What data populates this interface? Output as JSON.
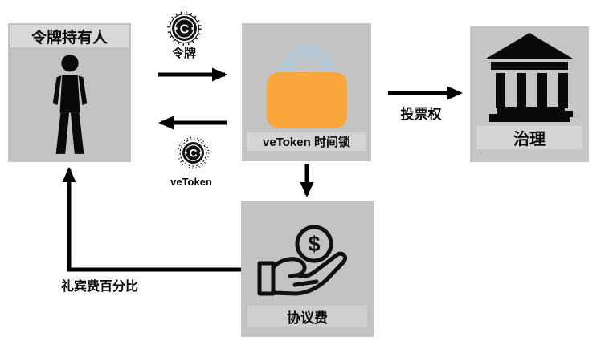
{
  "diagram": {
    "nodes": {
      "token_holder": {
        "label": "令牌持有人"
      },
      "timelock": {
        "label": "veToken 时间锁"
      },
      "governance": {
        "label": "治理"
      },
      "protocol_fee": {
        "label": "协议费"
      }
    },
    "edges": {
      "token": {
        "label": "令牌"
      },
      "vetoken": {
        "label": "veToken"
      },
      "voting_power": {
        "label": "投票权"
      },
      "fee_share": {
        "label": "礼宾费百分比"
      }
    },
    "icons": {
      "coin_letter": "C",
      "dollar_sign": "$"
    },
    "colors": {
      "background": "#ffffff",
      "node_bg": "#c3c3c3",
      "label_strip": "#d9d9d9",
      "lock_body": "#F9A63C",
      "lock_shackle": "#B6C7D3",
      "line": "#000000"
    }
  }
}
